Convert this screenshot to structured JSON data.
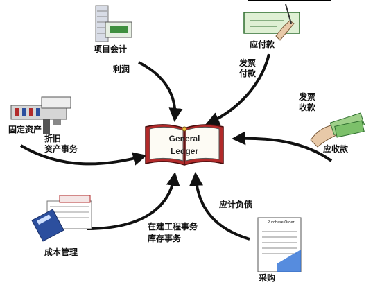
{
  "center": {
    "title_line1": "General",
    "title_line2": "Ledger"
  },
  "nodes": {
    "project_accounting": "项目会计",
    "profit": "利润",
    "accounts_payable": "应付款",
    "invoice_payment_line1": "发票",
    "invoice_payment_line2": "付款",
    "invoice_receipt_line1": "发票",
    "invoice_receipt_line2": "收款",
    "accounts_receivable": "应收款",
    "fixed_assets": "固定资产",
    "depreciation_line1": "折旧",
    "depreciation_line2": "资产事务",
    "cost_management": "成本管理",
    "construction_line1": "在建工程事务",
    "construction_line2": "库存事务",
    "accrued_liabilities": "应计负债",
    "purchasing": "采购",
    "purchase_order_form": "Purchase Order"
  },
  "colors": {
    "arrow": "#111111",
    "book_cover": "#b22a2a",
    "money_green": "#3f8f3f",
    "calculator": "#2c4f9e"
  }
}
